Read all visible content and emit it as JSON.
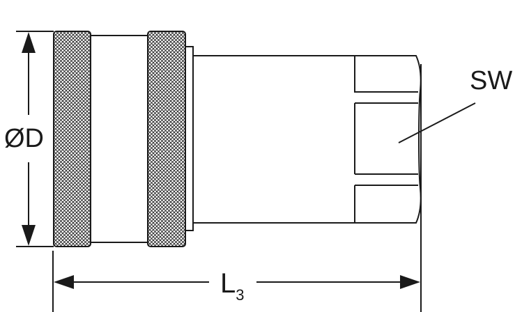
{
  "labels": {
    "diameter": "ØD",
    "length": "L",
    "length_subscript": "3",
    "wrench_size": "SW"
  },
  "colors": {
    "line": "#1a1a1a",
    "background": "#ffffff"
  }
}
